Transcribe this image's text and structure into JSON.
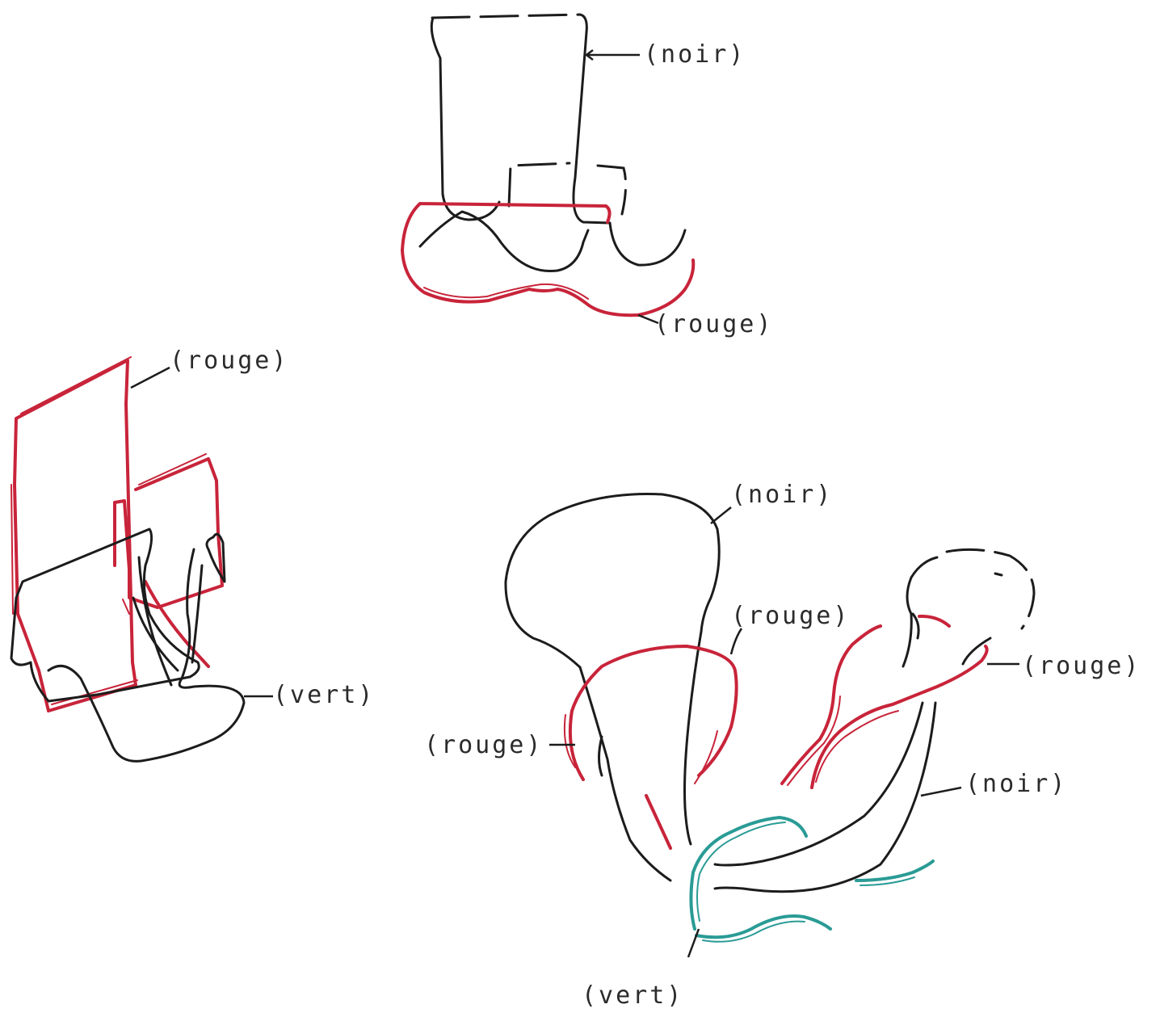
{
  "colors": {
    "noir": "#1c1c1c",
    "rouge": "#c8243a",
    "vert": "#2a9b95",
    "background": "#ffffff"
  },
  "figures": {
    "top": {
      "labels": [
        "(noir)",
        "(rouge)"
      ]
    },
    "left": {
      "labels": [
        "(rouge)",
        "(vert)"
      ]
    },
    "right": {
      "labels": [
        "(noir)",
        "(rouge)",
        "(rouge)",
        "(rouge)",
        "(noir)",
        "(vert)"
      ]
    }
  }
}
